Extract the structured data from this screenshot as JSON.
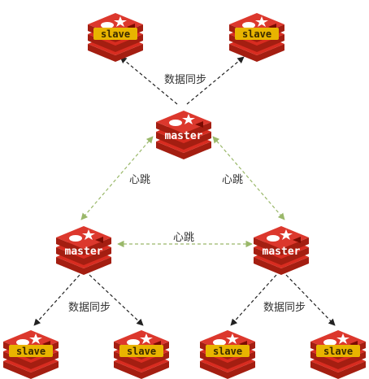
{
  "nodes": {
    "master_top": {
      "label": "master"
    },
    "master_left": {
      "label": "master"
    },
    "master_right": {
      "label": "master"
    },
    "slave_top_left": {
      "label": "slave"
    },
    "slave_top_right": {
      "label": "slave"
    },
    "slave_bl1": {
      "label": "slave"
    },
    "slave_bl2": {
      "label": "slave"
    },
    "slave_br1": {
      "label": "slave"
    },
    "slave_br2": {
      "label": "slave"
    }
  },
  "edges": {
    "sync_top": "数据同步",
    "heartbeat_left": "心跳",
    "heartbeat_right": "心跳",
    "heartbeat_middle": "心跳",
    "sync_bottom_left": "数据同步",
    "sync_bottom_right": "数据同步"
  },
  "colors": {
    "redis_red_dark": "#a41e11",
    "redis_red": "#d82c20",
    "redis_red_mid": "#c6302b",
    "slave_badge": "#e8b400",
    "heartbeat_line": "#9ab86a",
    "sync_line": "#222222"
  }
}
